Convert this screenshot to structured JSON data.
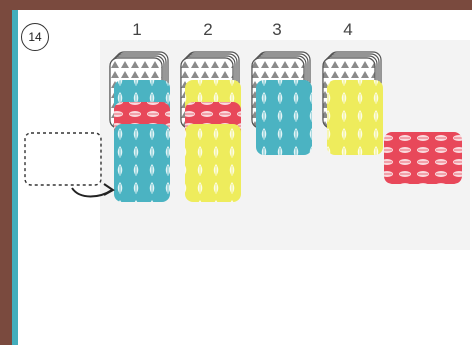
{
  "step": {
    "number": "14"
  },
  "columns": [
    {
      "label": "1",
      "cards": [
        "gray",
        "teal",
        "red",
        "teal"
      ]
    },
    {
      "label": "2",
      "cards": [
        "gray",
        "yellow",
        "red",
        "yellow"
      ]
    },
    {
      "label": "3",
      "cards": [
        "gray",
        "teal"
      ]
    },
    {
      "label": "4",
      "cards": [
        "gray",
        "yellow"
      ]
    }
  ],
  "side_card": "red",
  "colors": {
    "gray": "#8a8a8a",
    "teal": "#4bb3c2",
    "yellow": "#eeec5c",
    "red": "#e8485a",
    "frame": "#7a4a3e",
    "accent_edge": "#43aebc"
  }
}
